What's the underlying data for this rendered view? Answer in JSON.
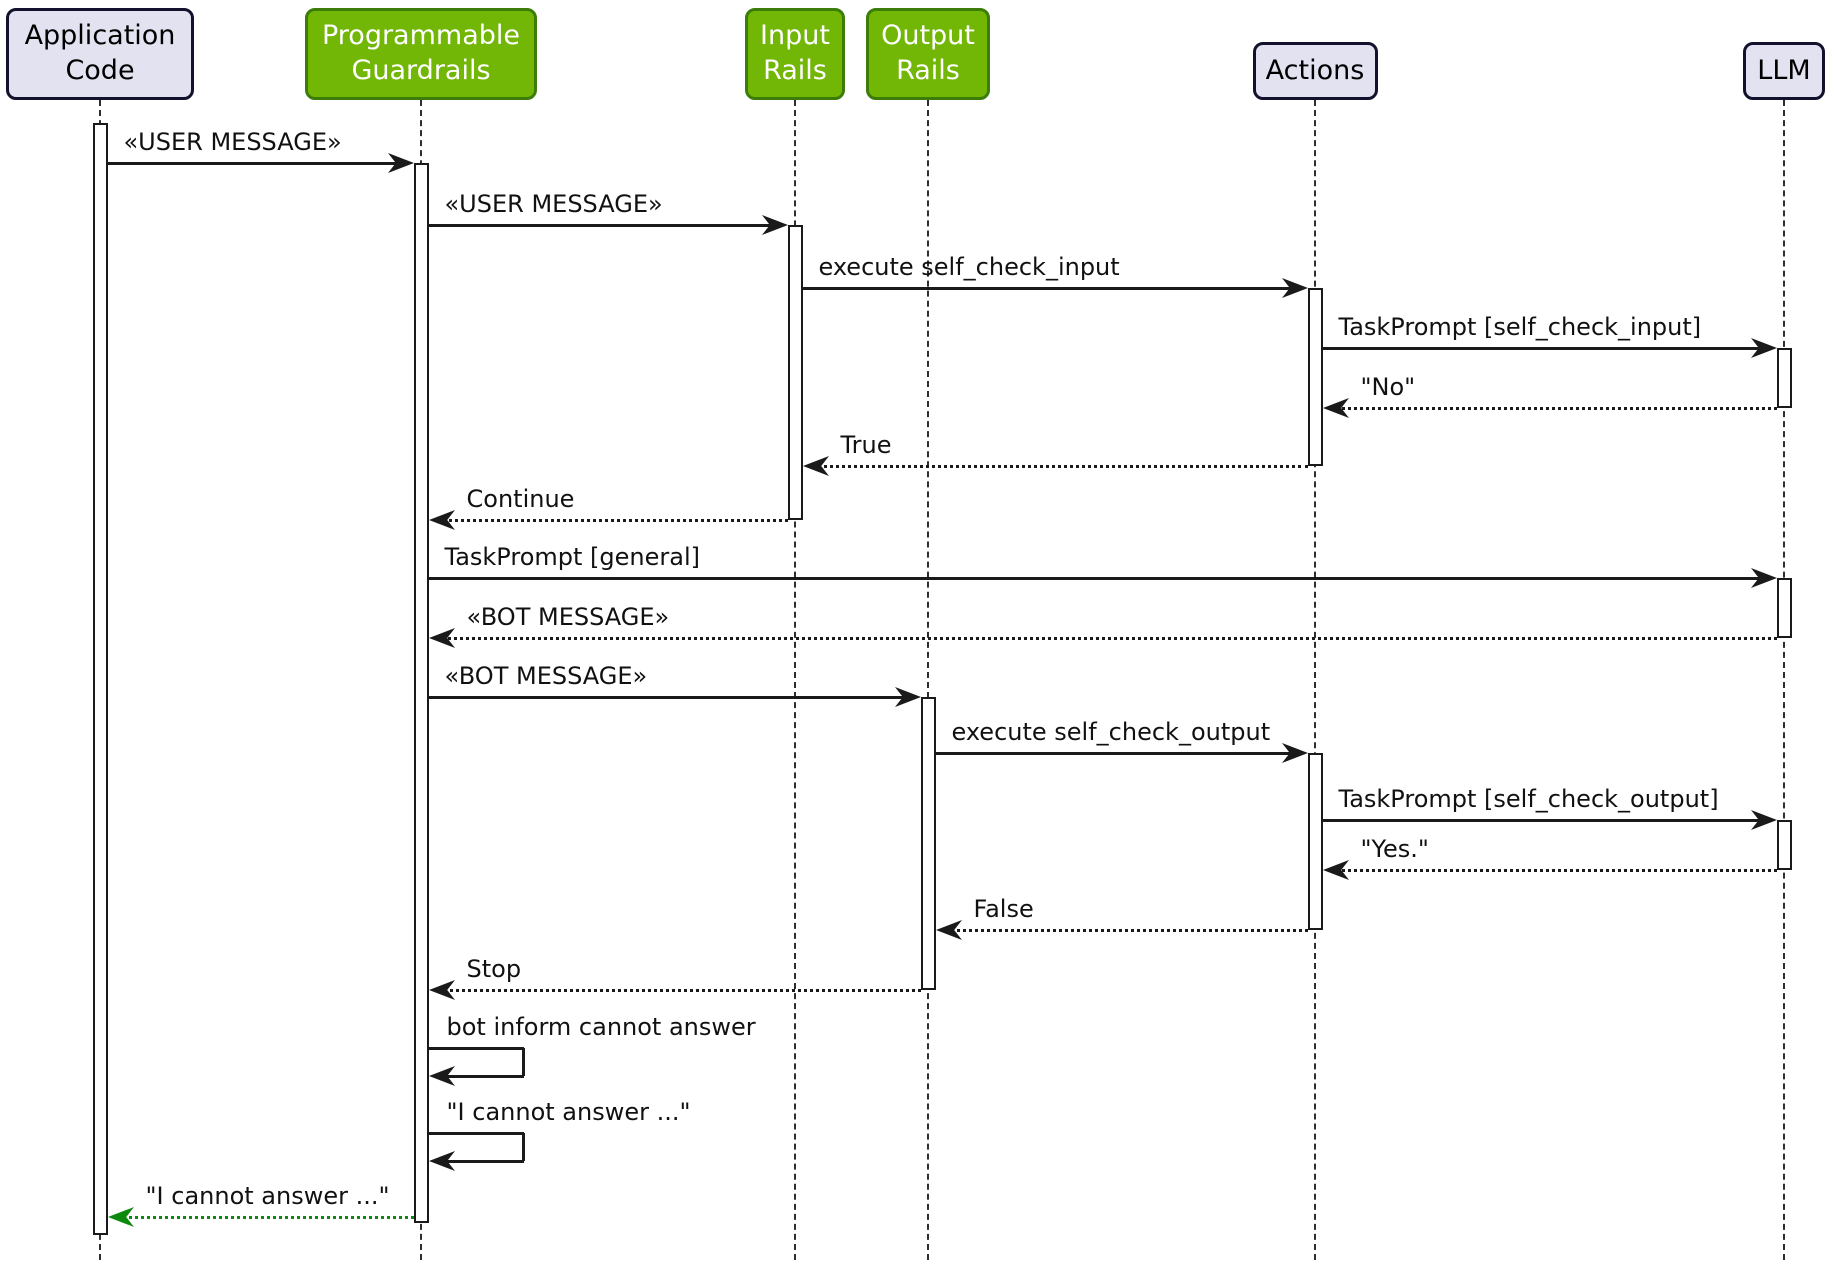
{
  "diagram": {
    "type": "sequence",
    "colors": {
      "background": "#FFFFFF",
      "participant_fill": "#E2E2F0",
      "participant_border": "#12122E",
      "participant_text": "#000000",
      "highlight_fill": "#72B606",
      "highlight_border": "#3B7D08",
      "highlight_text": "#FFFFFF",
      "line": "#1A1A1A",
      "return_green": "#0D8A0D"
    },
    "participants": [
      {
        "id": "app",
        "label": "Application\nCode",
        "style": "default"
      },
      {
        "id": "guardrails",
        "label": "Programmable\nGuardrails",
        "style": "highlight"
      },
      {
        "id": "input",
        "label": "Input\nRails",
        "style": "highlight"
      },
      {
        "id": "output",
        "label": "Output\nRails",
        "style": "highlight"
      },
      {
        "id": "actions",
        "label": "Actions",
        "style": "default"
      },
      {
        "id": "llm",
        "label": "LLM",
        "style": "default"
      }
    ],
    "messages": [
      {
        "from": "app",
        "to": "guardrails",
        "label": "«USER MESSAGE»",
        "line": "solid",
        "color": "default"
      },
      {
        "from": "guardrails",
        "to": "input",
        "label": "«USER MESSAGE»",
        "line": "solid",
        "color": "default"
      },
      {
        "from": "input",
        "to": "actions",
        "label": "execute self_check_input",
        "line": "solid",
        "color": "default"
      },
      {
        "from": "actions",
        "to": "llm",
        "label": "TaskPrompt [self_check_input]",
        "line": "solid",
        "color": "default"
      },
      {
        "from": "llm",
        "to": "actions",
        "label": "\"No\"",
        "line": "dotted",
        "color": "default"
      },
      {
        "from": "actions",
        "to": "input",
        "label": "True",
        "line": "dotted",
        "color": "default"
      },
      {
        "from": "input",
        "to": "guardrails",
        "label": "Continue",
        "line": "dotted",
        "color": "default"
      },
      {
        "from": "guardrails",
        "to": "llm",
        "label": "TaskPrompt [general]",
        "line": "solid",
        "color": "default"
      },
      {
        "from": "llm",
        "to": "guardrails",
        "label": "«BOT MESSAGE»",
        "line": "dotted",
        "color": "default"
      },
      {
        "from": "guardrails",
        "to": "output",
        "label": "«BOT MESSAGE»",
        "line": "solid",
        "color": "default"
      },
      {
        "from": "output",
        "to": "actions",
        "label": "execute self_check_output",
        "line": "solid",
        "color": "default"
      },
      {
        "from": "actions",
        "to": "llm",
        "label": "TaskPrompt [self_check_output]",
        "line": "solid",
        "color": "default"
      },
      {
        "from": "llm",
        "to": "actions",
        "label": "\"Yes.\"",
        "line": "dotted",
        "color": "default"
      },
      {
        "from": "actions",
        "to": "output",
        "label": "False",
        "line": "dotted",
        "color": "default"
      },
      {
        "from": "output",
        "to": "guardrails",
        "label": "Stop",
        "line": "dotted",
        "color": "default"
      },
      {
        "from": "guardrails",
        "to": "guardrails",
        "label": "bot inform cannot answer",
        "line": "solid",
        "color": "default"
      },
      {
        "from": "guardrails",
        "to": "guardrails",
        "label": "\"I cannot answer ...\"",
        "line": "solid",
        "color": "default"
      },
      {
        "from": "guardrails",
        "to": "app",
        "label": "\"I cannot answer ...\"",
        "line": "dotted",
        "color": "green"
      }
    ],
    "activations": [
      {
        "participant": "app",
        "from_msg": 0,
        "to_msg": 17
      },
      {
        "participant": "guardrails",
        "from_msg": 0,
        "to_msg": 17
      },
      {
        "participant": "input",
        "from_msg": 1,
        "to_msg": 6
      },
      {
        "participant": "actions",
        "from_msg": 2,
        "to_msg": 5
      },
      {
        "participant": "llm",
        "from_msg": 3,
        "to_msg": 4
      },
      {
        "participant": "llm",
        "from_msg": 7,
        "to_msg": 8
      },
      {
        "participant": "output",
        "from_msg": 9,
        "to_msg": 14
      },
      {
        "participant": "actions",
        "from_msg": 10,
        "to_msg": 13
      },
      {
        "participant": "llm",
        "from_msg": 11,
        "to_msg": 12
      }
    ]
  }
}
